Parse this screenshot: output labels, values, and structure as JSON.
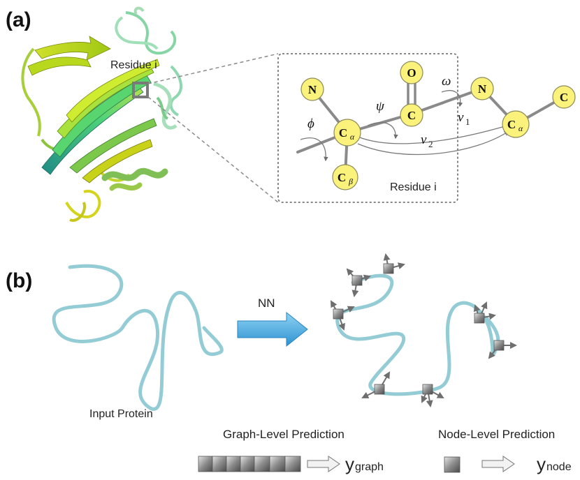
{
  "panel_a": {
    "label": "(a)",
    "residue_pointer_label": "Residue i",
    "residue_box_label": "Residue i",
    "atoms": {
      "n1": "N",
      "o": "O",
      "c": "C",
      "n2": "N",
      "c_end": "C",
      "ca_main": "C",
      "ca_sub": "α",
      "cb_main": "C",
      "cb_sub": "β",
      "ca2_main": "C",
      "ca2_sub": "α"
    },
    "angles": {
      "phi": "ϕ",
      "psi": "ψ",
      "omega": "ω"
    },
    "vectors": {
      "v1_main": "v",
      "v1_sub": "1",
      "v2_main": "v",
      "v2_sub": "2"
    },
    "colors": {
      "atom_fill": "#fbf27c",
      "atom_stroke": "#8c8a5a",
      "bond": "#8a8a8a"
    }
  },
  "panel_b": {
    "label": "(b)",
    "input_label": "Input Protein",
    "arrow_label": "NN",
    "graph_level_label": "Graph-Level Prediction",
    "node_level_label": "Node-Level Prediction",
    "y_graph_main": "y",
    "y_graph_sub": "graph",
    "y_node_main": "y",
    "y_node_sub": "node",
    "colors": {
      "curve": "#94ccd6",
      "nn_arrow": "#3aa6dc",
      "node_box": "#888888"
    }
  }
}
